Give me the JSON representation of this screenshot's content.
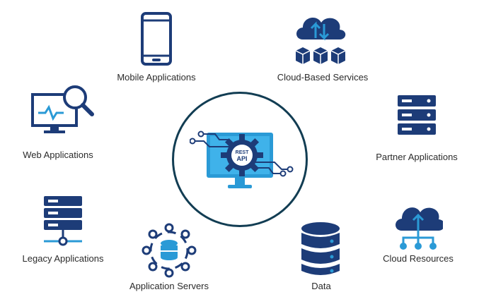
{
  "center": {
    "badge_line1": "REST",
    "badge_line2": "API"
  },
  "nodes": {
    "mobile": {
      "label": "Mobile Applications",
      "icon": "mobile-phone-icon"
    },
    "cloud_services": {
      "label": "Cloud-Based Services",
      "icon": "cloud-sync-icon"
    },
    "web": {
      "label": "Web Applications",
      "icon": "monitor-search-icon"
    },
    "partner": {
      "label": "Partner Applications",
      "icon": "server-rack-icon"
    },
    "legacy": {
      "label": "Legacy Applications",
      "icon": "server-network-icon"
    },
    "app_servers": {
      "label": "Application Servers",
      "icon": "database-network-icon"
    },
    "data": {
      "label": "Data",
      "icon": "database-icon"
    },
    "cloud_resources": {
      "label": "Cloud Resources",
      "icon": "cloud-network-icon"
    }
  },
  "colors": {
    "navy": "#1d3c78",
    "accent": "#2a9ad6",
    "ring": "#123d53"
  }
}
